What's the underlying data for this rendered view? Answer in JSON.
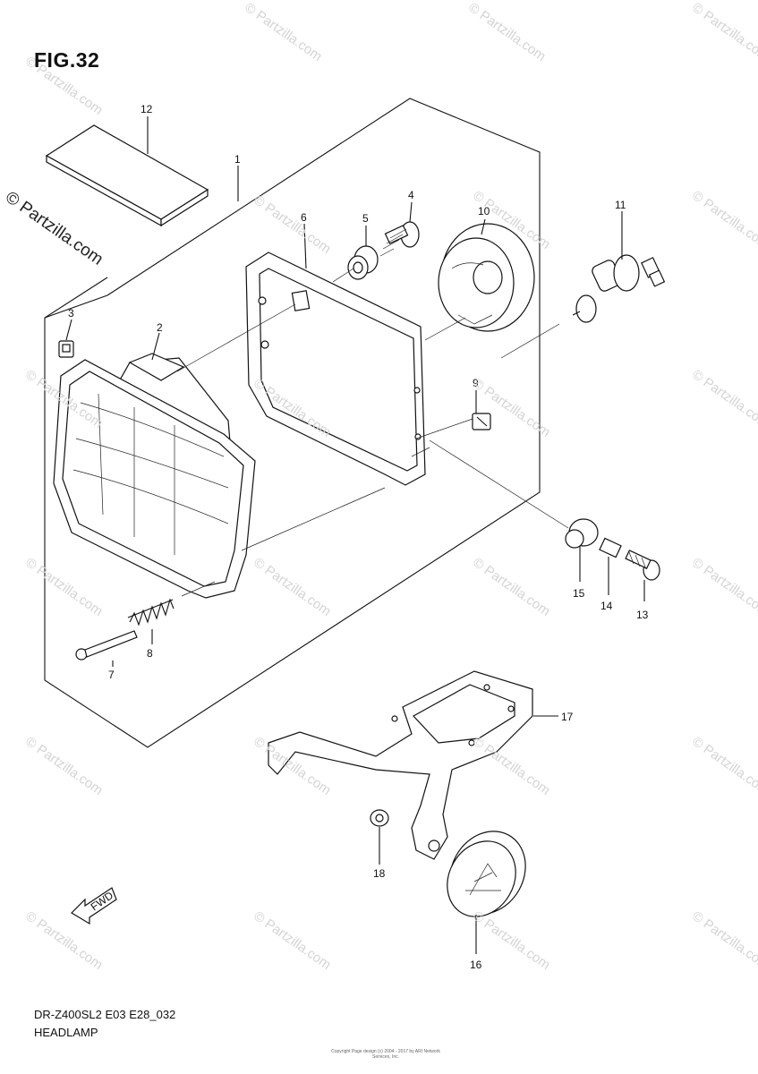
{
  "figure": {
    "title": "FIG.32"
  },
  "footer": {
    "model": "DR-Z400SL2 E03 E28_032",
    "caption": "HEADLAMP",
    "copyright": "Copyright\nPage design (c) 2004 - 2017 by ARI Network Services, Inc."
  },
  "watermark": {
    "text": "© Partzilla.com"
  },
  "callouts": [
    "1",
    "2",
    "3",
    "4",
    "5",
    "6",
    "7",
    "8",
    "9",
    "10",
    "11",
    "12",
    "13",
    "14",
    "15",
    "16",
    "17",
    "18"
  ],
  "fwd_label": "FWD"
}
